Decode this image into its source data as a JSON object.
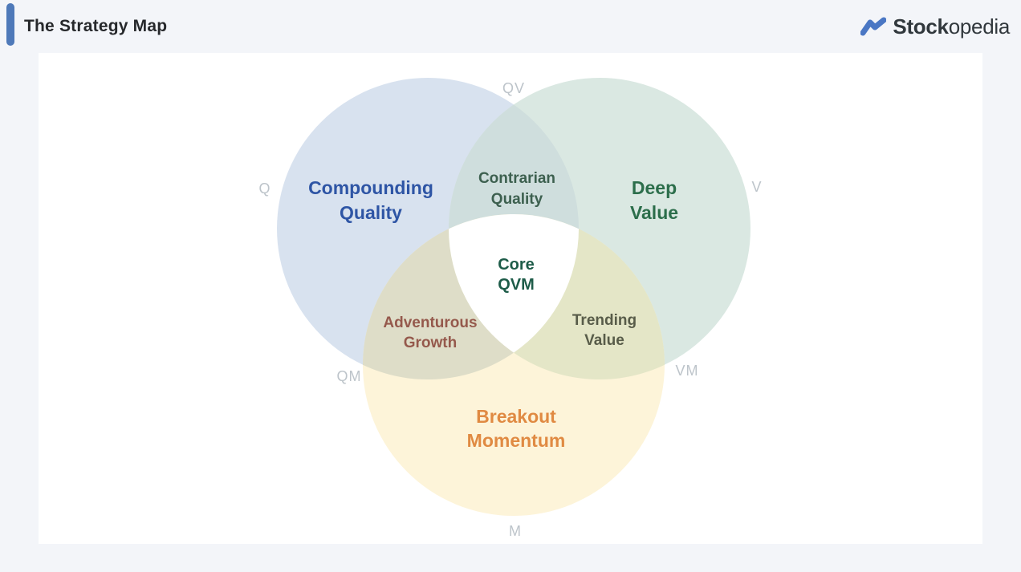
{
  "page": {
    "background": "#f3f5f9",
    "card_background": "#ffffff"
  },
  "header": {
    "title": "The Strategy Map",
    "accent_color": "#4e79b9",
    "logo": {
      "bold": "Stock",
      "regular": "opedia",
      "icon": "trend-zigzag-icon",
      "icon_color": "#4a77c4",
      "text_color": "#31383d"
    }
  },
  "venn": {
    "letter_color": "#bdc4ca",
    "circles": [
      {
        "id": "Q",
        "letter": "Q",
        "lines": [
          "Compounding",
          "Quality"
        ],
        "fill": "#d8e2ef",
        "text_color": "#2e55a5"
      },
      {
        "id": "V",
        "letter": "V",
        "lines": [
          "Deep",
          "Value"
        ],
        "fill": "#dae8e2",
        "text_color": "#2c6e4b"
      },
      {
        "id": "M",
        "letter": "M",
        "lines": [
          "Breakout",
          "Momentum"
        ],
        "fill": "#fdf4d9",
        "text_color": "#e08a42"
      }
    ],
    "overlaps": [
      {
        "id": "QV",
        "letter": "QV",
        "lines": [
          "Contrarian",
          "Quality"
        ],
        "fill": "#cfdedd",
        "text_color": "#3d604f"
      },
      {
        "id": "QM",
        "letter": "QM",
        "lines": [
          "Adventurous",
          "Growth"
        ],
        "fill": "#deddc8",
        "text_color": "#95594c"
      },
      {
        "id": "VM",
        "letter": "VM",
        "lines": [
          "Trending",
          "Value"
        ],
        "fill": "#e4e6c7",
        "text_color": "#585c49"
      },
      {
        "id": "QVM",
        "lines": [
          "Core",
          "QVM"
        ],
        "fill": "#ffffff",
        "text_color": "#1e5c49"
      }
    ]
  }
}
